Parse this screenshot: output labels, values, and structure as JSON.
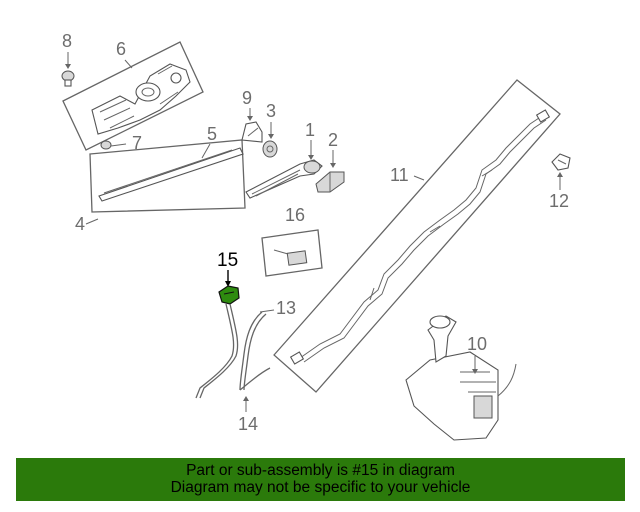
{
  "callouts": {
    "c1": "1",
    "c2": "2",
    "c3": "3",
    "c4": "4",
    "c5": "5",
    "c6": "6",
    "c7": "7",
    "c8": "8",
    "c9": "9",
    "c10": "10",
    "c11": "11",
    "c12": "12",
    "c13": "13",
    "c14": "14",
    "c15": "15",
    "c16": "16"
  },
  "highlight": {
    "part_number": "15",
    "color": "#2e8b0f"
  },
  "banner": {
    "line1": "Part or sub-assembly is #15 in diagram",
    "line2": "Diagram may not be specific to your vehicle",
    "background": "#2b7a0b"
  }
}
